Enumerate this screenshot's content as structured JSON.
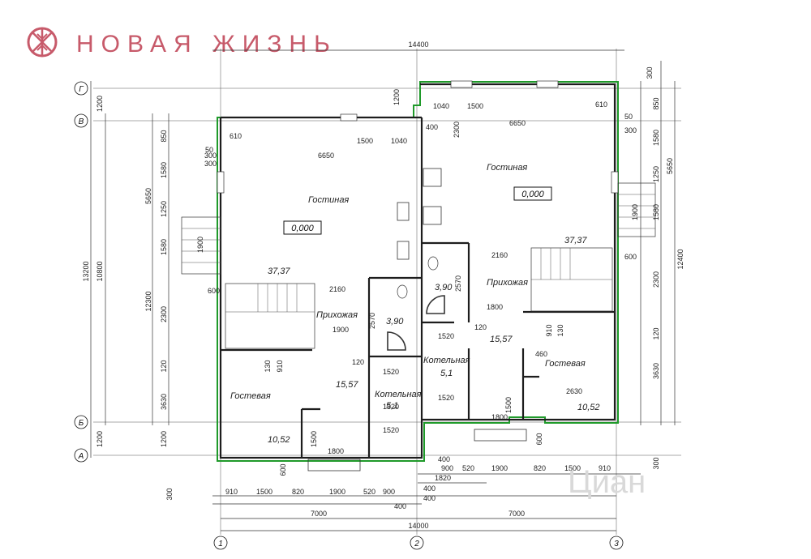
{
  "brand": {
    "name": "НОВАЯ ЖИЗНЬ",
    "color": "#c75a6a",
    "icon": "snowflake-logo-icon"
  },
  "watermark": "Циан",
  "colors": {
    "outline": "#1f9a2a",
    "lines": "#1d1d1d"
  },
  "axes": {
    "letters": [
      "Г",
      "В",
      "Б",
      "А"
    ],
    "numbers": [
      "1",
      "2",
      "3"
    ]
  },
  "levels": [
    "0,000",
    "0,000"
  ],
  "left_unit": {
    "rooms": [
      "Гостиная",
      "Прихожая",
      "Гостевая",
      "Котельная"
    ],
    "areas": [
      "37,37",
      "3,90",
      "15,57",
      "10,52",
      "5,1"
    ]
  },
  "right_unit": {
    "rooms": [
      "Гостиная",
      "Прихожая",
      "Котельная",
      "Гостевая"
    ],
    "areas": [
      "37,37",
      "3,90",
      "15,57",
      "5,1",
      "10,52"
    ]
  },
  "dims": {
    "top_overall": "14400",
    "top_right_offset": "300",
    "right_col": [
      "850",
      "1580",
      "1250",
      "1900",
      "1580",
      "2300",
      "120",
      "3630",
      "300"
    ],
    "right_totals": [
      "5650",
      "12400"
    ],
    "left_outer": [
      "1200",
      "13200",
      "10800",
      "1200",
      "300"
    ],
    "left_inner": [
      "850",
      "1580",
      "1250",
      "1900",
      "1580",
      "2300",
      "120",
      "3630",
      "1200"
    ],
    "left_totals": [
      "5650",
      "12300"
    ],
    "left_interior": [
      "6650",
      "610",
      "50",
      "300",
      "1500",
      "1040",
      "2160",
      "1900",
      "2570",
      "1520",
      "1520",
      "1520",
      "120",
      "910",
      "130",
      "1500",
      "1800",
      "600",
      "600"
    ],
    "right_interior": [
      "6650",
      "610",
      "1040",
      "1500",
      "1200",
      "400",
      "2300",
      "50",
      "300",
      "2160",
      "1800",
      "2570",
      "1520",
      "1520",
      "120",
      "130",
      "910",
      "460",
      "2630",
      "1500",
      "1800",
      "600",
      "600",
      "300"
    ],
    "bottom_row1": [
      "910",
      "1500",
      "820",
      "1900",
      "520",
      "900",
      "400",
      "1820",
      "900",
      "520",
      "1900",
      "820",
      "1500",
      "910"
    ],
    "bottom_small": [
      "400",
      "400",
      "400"
    ],
    "bottom_units": [
      "7000",
      "7000"
    ],
    "bottom_total": "14000"
  }
}
